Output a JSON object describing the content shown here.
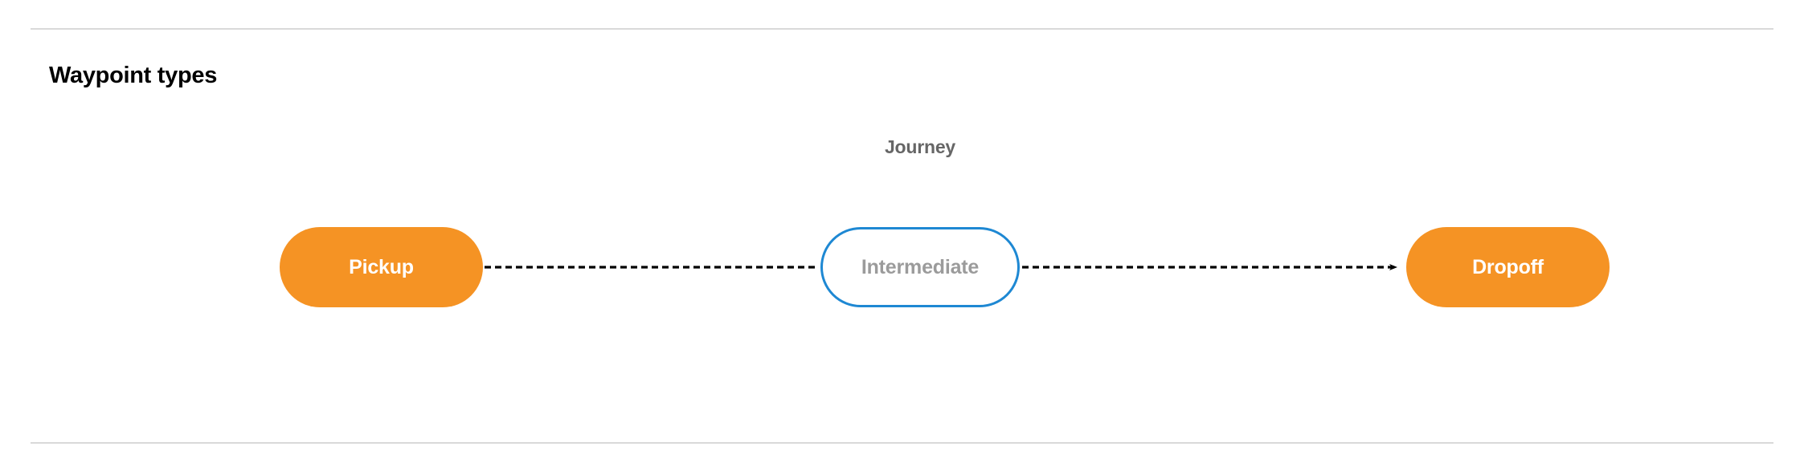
{
  "section": {
    "title": "Waypoint types"
  },
  "diagram": {
    "cluster_label": "Journey",
    "nodes": [
      {
        "id": "pickup",
        "label": "Pickup",
        "style": "filled-orange",
        "fill": "#F59324",
        "text_color": "#ffffff"
      },
      {
        "id": "intermediate",
        "label": "Intermediate",
        "style": "outlined-blue",
        "fill": "#ffffff",
        "border_color": "#1E88D3",
        "text_color": "#9b9b9b"
      },
      {
        "id": "dropoff",
        "label": "Dropoff",
        "style": "filled-orange",
        "fill": "#F59324",
        "text_color": "#ffffff"
      }
    ],
    "edges": [
      {
        "from": "pickup",
        "to": "intermediate",
        "style": "dashed",
        "arrowhead": false,
        "color": "#000000"
      },
      {
        "from": "intermediate",
        "to": "dropoff",
        "style": "dashed",
        "arrowhead": true,
        "color": "#000000"
      }
    ]
  },
  "colors": {
    "accent_orange": "#F59324",
    "accent_blue": "#1E88D3",
    "divider": "#d9d9d9",
    "muted_text": "#666666",
    "placeholder_text": "#9b9b9b"
  }
}
